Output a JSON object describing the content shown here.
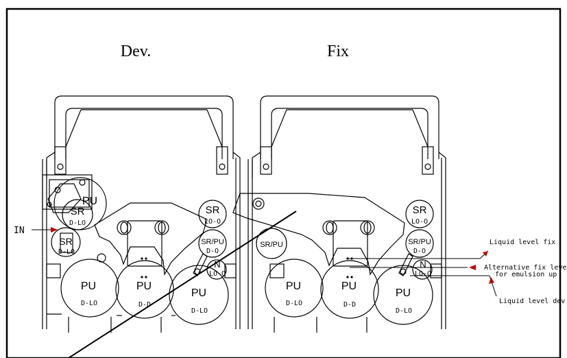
{
  "titles": {
    "dev": "Dev.",
    "fix": "Fix"
  },
  "side_label": "IN",
  "dev_tank": {
    "pu_top": "PU",
    "sr_top": "SR",
    "sr_top_code": "D-LO",
    "sr_small": "SR",
    "sr_small_code": "D-LO",
    "sr_right": "SR",
    "sr_right_code": "LO-O",
    "srpu_right": "SR/PU",
    "srpu_right_code": "D-O",
    "n_label": "N",
    "n_code": "LO-O",
    "pu_left": "PU",
    "pu_left_code": "D-LO",
    "pu_mid": "PU",
    "pu_mid_code": "D-D",
    "pu_right": "PU",
    "pu_right_code": "D-LO"
  },
  "fix_tank": {
    "srpu_left": "SR/PU",
    "sr_right": "SR",
    "sr_right_code": "LO-O",
    "srpu_right": "SR/PU",
    "srpu_right_code": "D-O",
    "n_label": "N",
    "n_code": "LO-O",
    "pu_left": "PU",
    "pu_left_code": "D-LO",
    "pu_mid": "PU",
    "pu_mid_code": "D-D",
    "pu_right": "PU",
    "pu_right_code": "D-LO"
  },
  "annotations": {
    "liquid_level_fix": "Liquid level fix",
    "alt_fix_level_1": "Alternative fix level",
    "alt_fix_level_2": "for emulsion up",
    "liquid_level_dev": "Liquid level dev"
  },
  "colors": {
    "line": "#000000",
    "arrow": "#c00000",
    "background": "#ffffff"
  }
}
